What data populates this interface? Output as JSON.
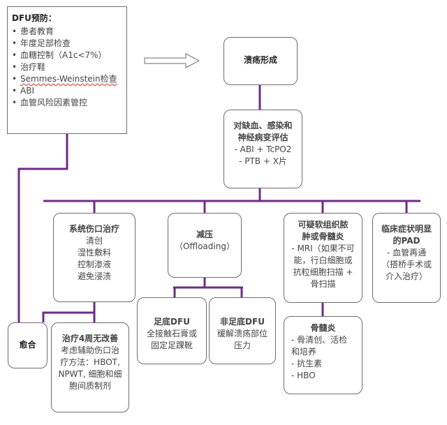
{
  "prevention": {
    "title": "DFU预防：",
    "items": [
      "患者教育",
      "年度足部检查",
      "血糖控制（A1c<7%）",
      "治疗鞋",
      "Semmes-Weinstein检查",
      "ABI",
      "血管风险因素管控"
    ]
  },
  "ulcer": {
    "title": "溃疡形成"
  },
  "assess": {
    "title_lines": [
      "对缺血、感染和",
      "神经病变评估"
    ],
    "lines": [
      "- ABI + TcPO2",
      "- PTB + X片"
    ]
  },
  "wound_care": {
    "title": "系统伤口治疗",
    "lines": [
      "清创",
      "湿性敷料",
      "控制渗液",
      "避免浸渍"
    ]
  },
  "offload": {
    "title": "减压",
    "lines": [
      "（Offloading）"
    ]
  },
  "infection": {
    "title_lines": [
      "可疑软组织脓",
      "肿或骨髓炎"
    ],
    "lines": [
      "- MRI（如果不可",
      "能，行白细胞或",
      "抗粒细胞扫描 +",
      "骨扫描"
    ]
  },
  "pad": {
    "title_lines": [
      "临床症状明显",
      "的PAD"
    ],
    "lines": [
      "- 血管再通",
      "（搭桥手术或",
      "介入治疗）"
    ]
  },
  "plantar": {
    "title": "足底DFU",
    "lines": [
      "全接触石膏或",
      "固定足踝靴"
    ]
  },
  "nonplantar": {
    "title": "非足底DFU",
    "lines": [
      "缓解溃疡部位",
      "压力"
    ]
  },
  "osteomyelitis": {
    "title": "骨髓炎",
    "lines": [
      "-    骨清创、活检",
      "      和培养",
      "-      抗生素",
      "-      HBO"
    ]
  },
  "healed": {
    "title": "愈合"
  },
  "no_improve": {
    "title": "治疗4周无改善",
    "lines": [
      "考虑辅助伤口治",
      "疗方法：HBOT,",
      "NPWT, 细胞和细",
      "胞间质制剂"
    ]
  },
  "colors": {
    "connector": "#6b2d84",
    "border": "#6d6d6d"
  }
}
